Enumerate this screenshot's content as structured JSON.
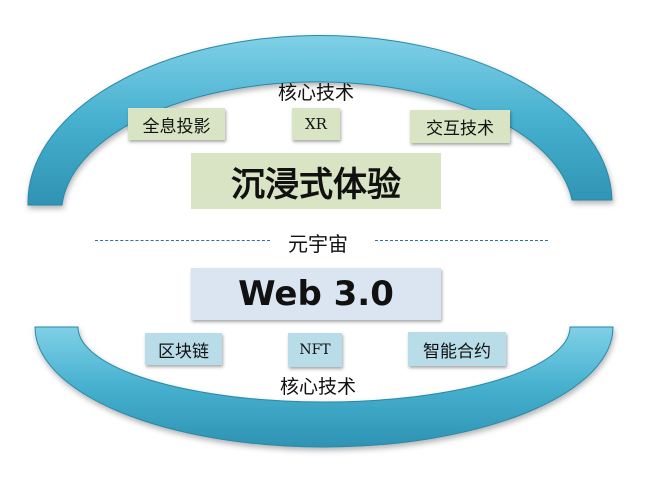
{
  "top": {
    "section_label": "核心技术",
    "items": [
      "全息投影",
      "XR",
      "交互技术"
    ],
    "title": "沉浸式体验"
  },
  "center_label": "元宇宙",
  "bottom": {
    "title": "Web 3.0",
    "items": [
      "区块链",
      "NFT",
      "智能合约"
    ],
    "section_label": "核心技术"
  },
  "colors": {
    "arc": "#4bb3d0",
    "green_box": "#d8e4c3",
    "blue_box": "#b8dde9",
    "title_blue": "#dbe5f1",
    "dash": "#2e6fa8"
  }
}
